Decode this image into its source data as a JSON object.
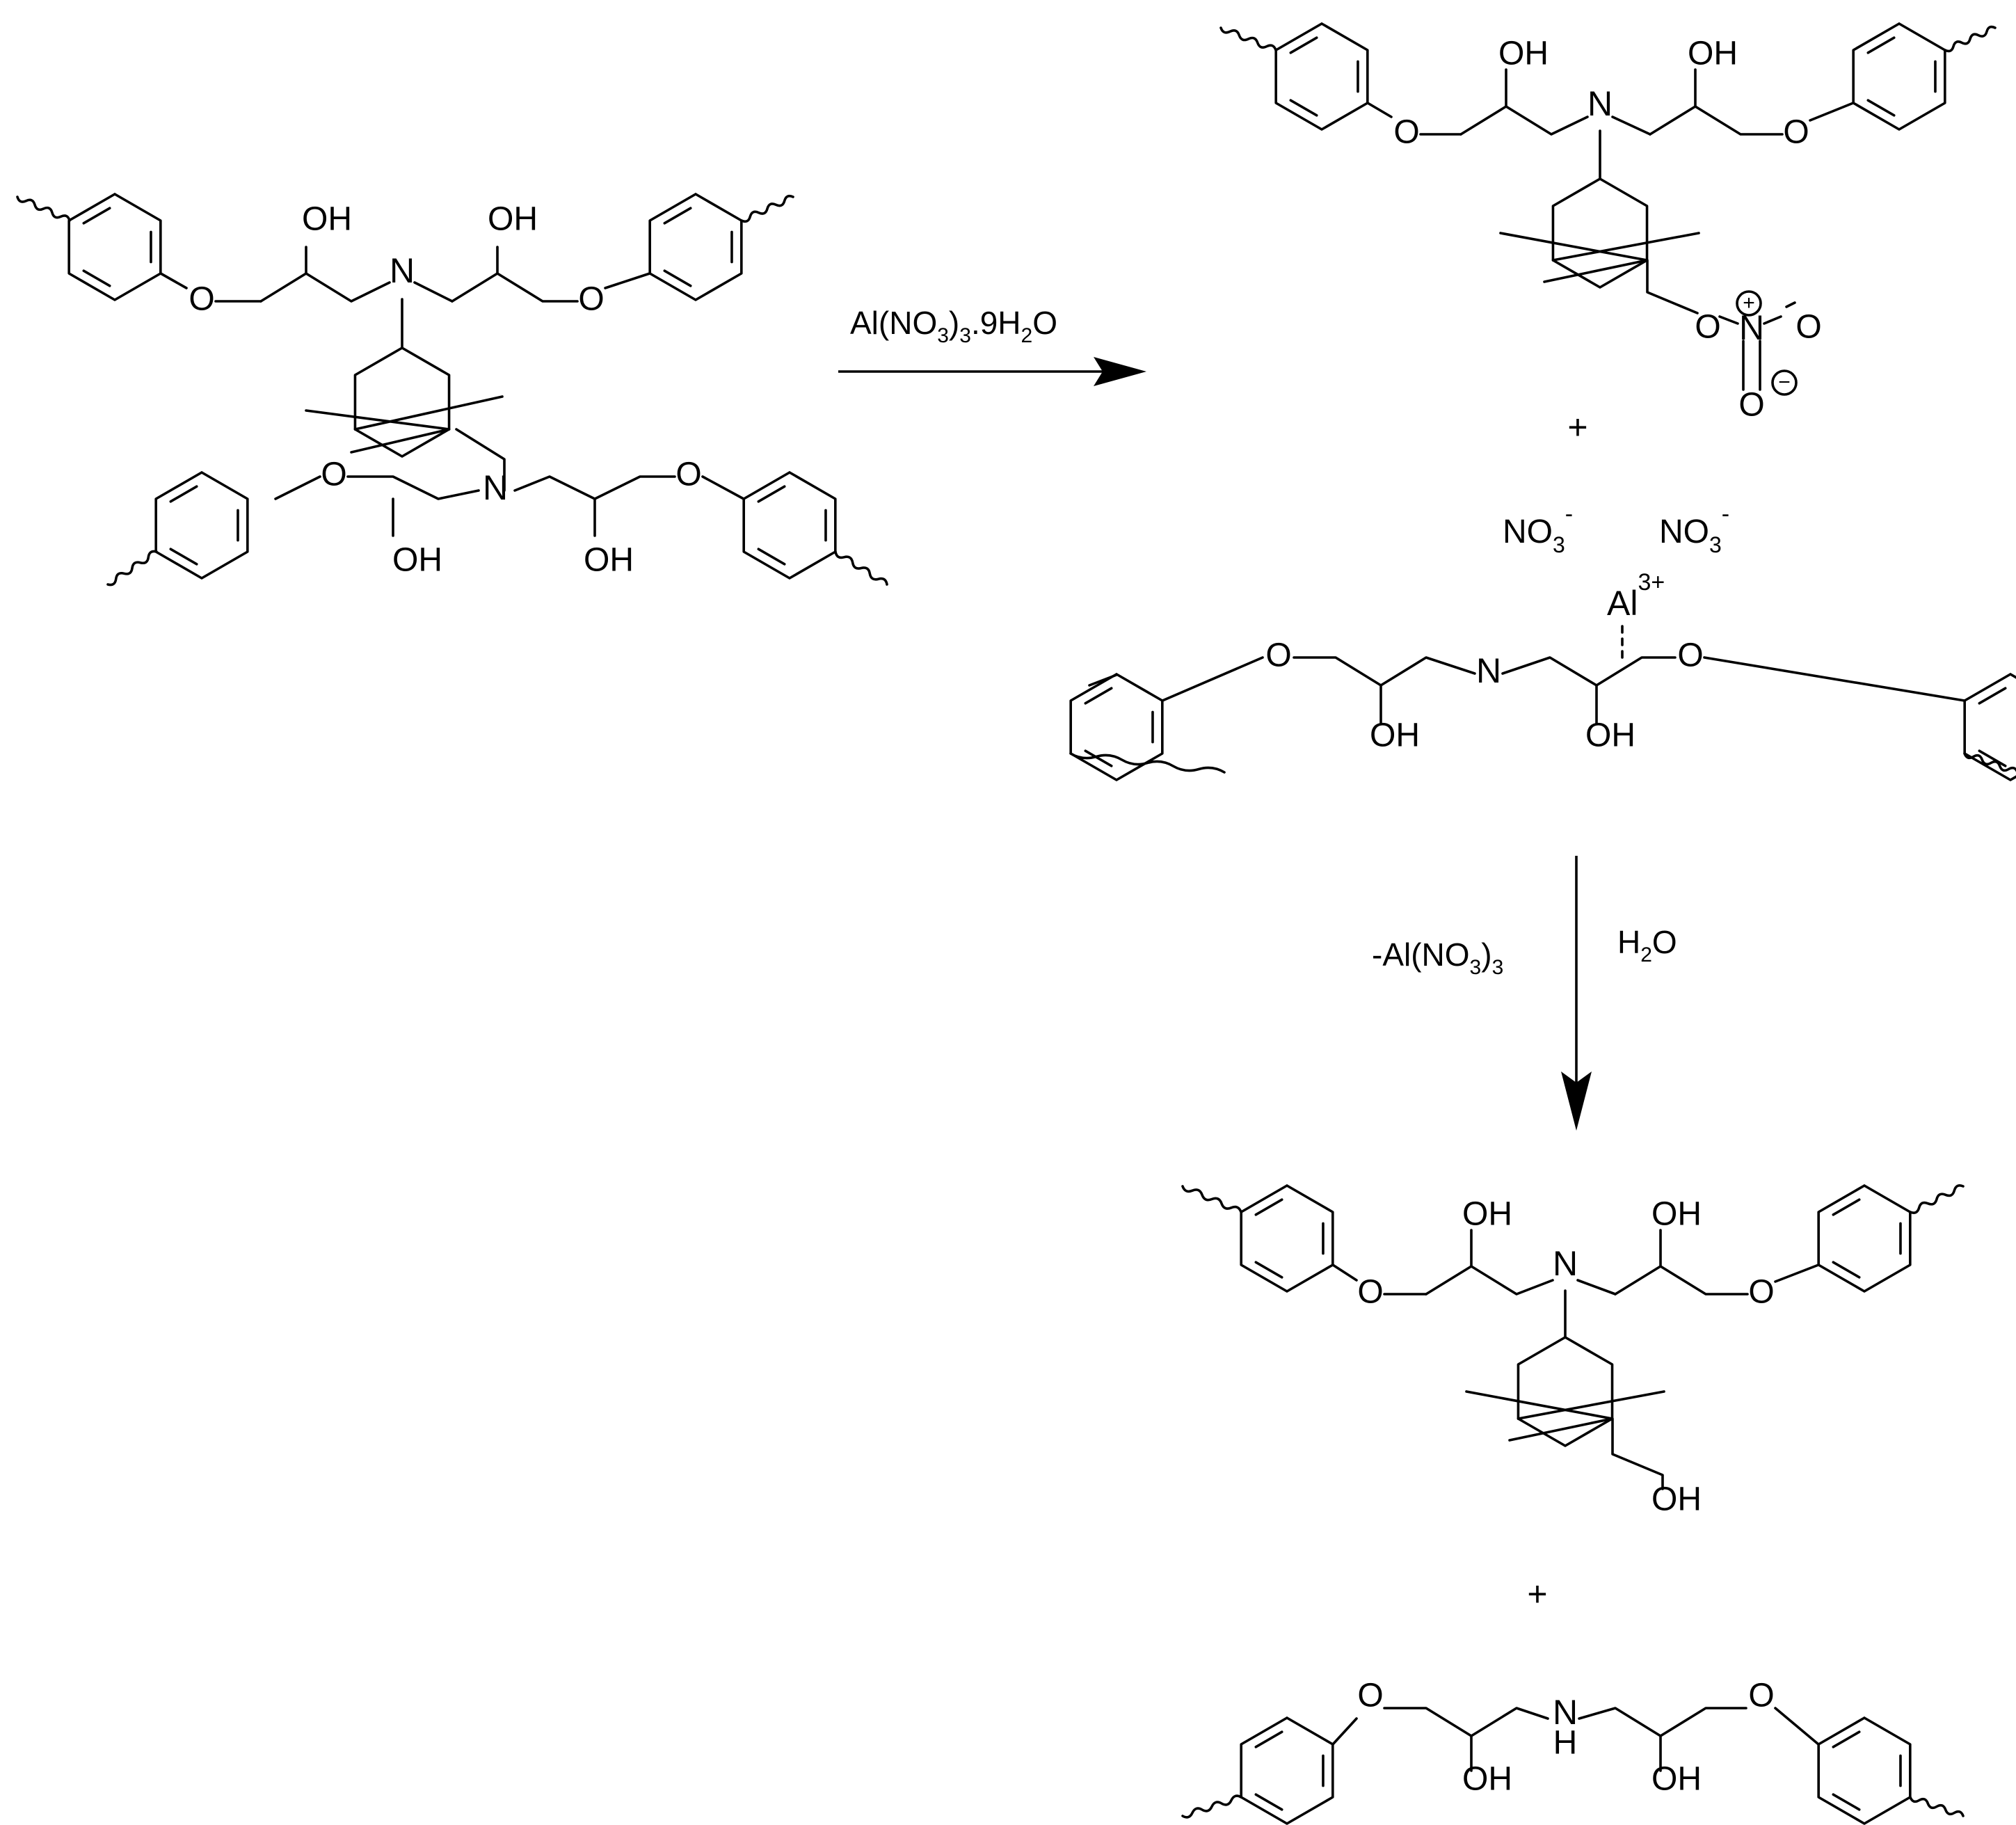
{
  "labels": {
    "oh": "OH",
    "o": "O",
    "n": "N",
    "nh_n": "N",
    "nh_h": "H",
    "al": "Al",
    "al_charge": "3+",
    "no3_no": "NO",
    "no3_sub": "3",
    "no3_minus": "-",
    "plus": "+",
    "ring_plus": "+",
    "ring_minus": "−"
  },
  "reagents": {
    "step1": {
      "a": "Al(NO",
      "sub1": "3",
      "b": ")",
      "sub2": "3",
      "c": ".9H",
      "sub3": "2",
      "d": "O"
    },
    "step2_left": {
      "a": "-Al(NO",
      "sub1": "3",
      "b": ")",
      "sub2": "3"
    },
    "step2_right": {
      "a": "H",
      "sub1": "2",
      "b": "O"
    }
  },
  "colors": {
    "ink": "#000000",
    "background": "#ffffff"
  }
}
